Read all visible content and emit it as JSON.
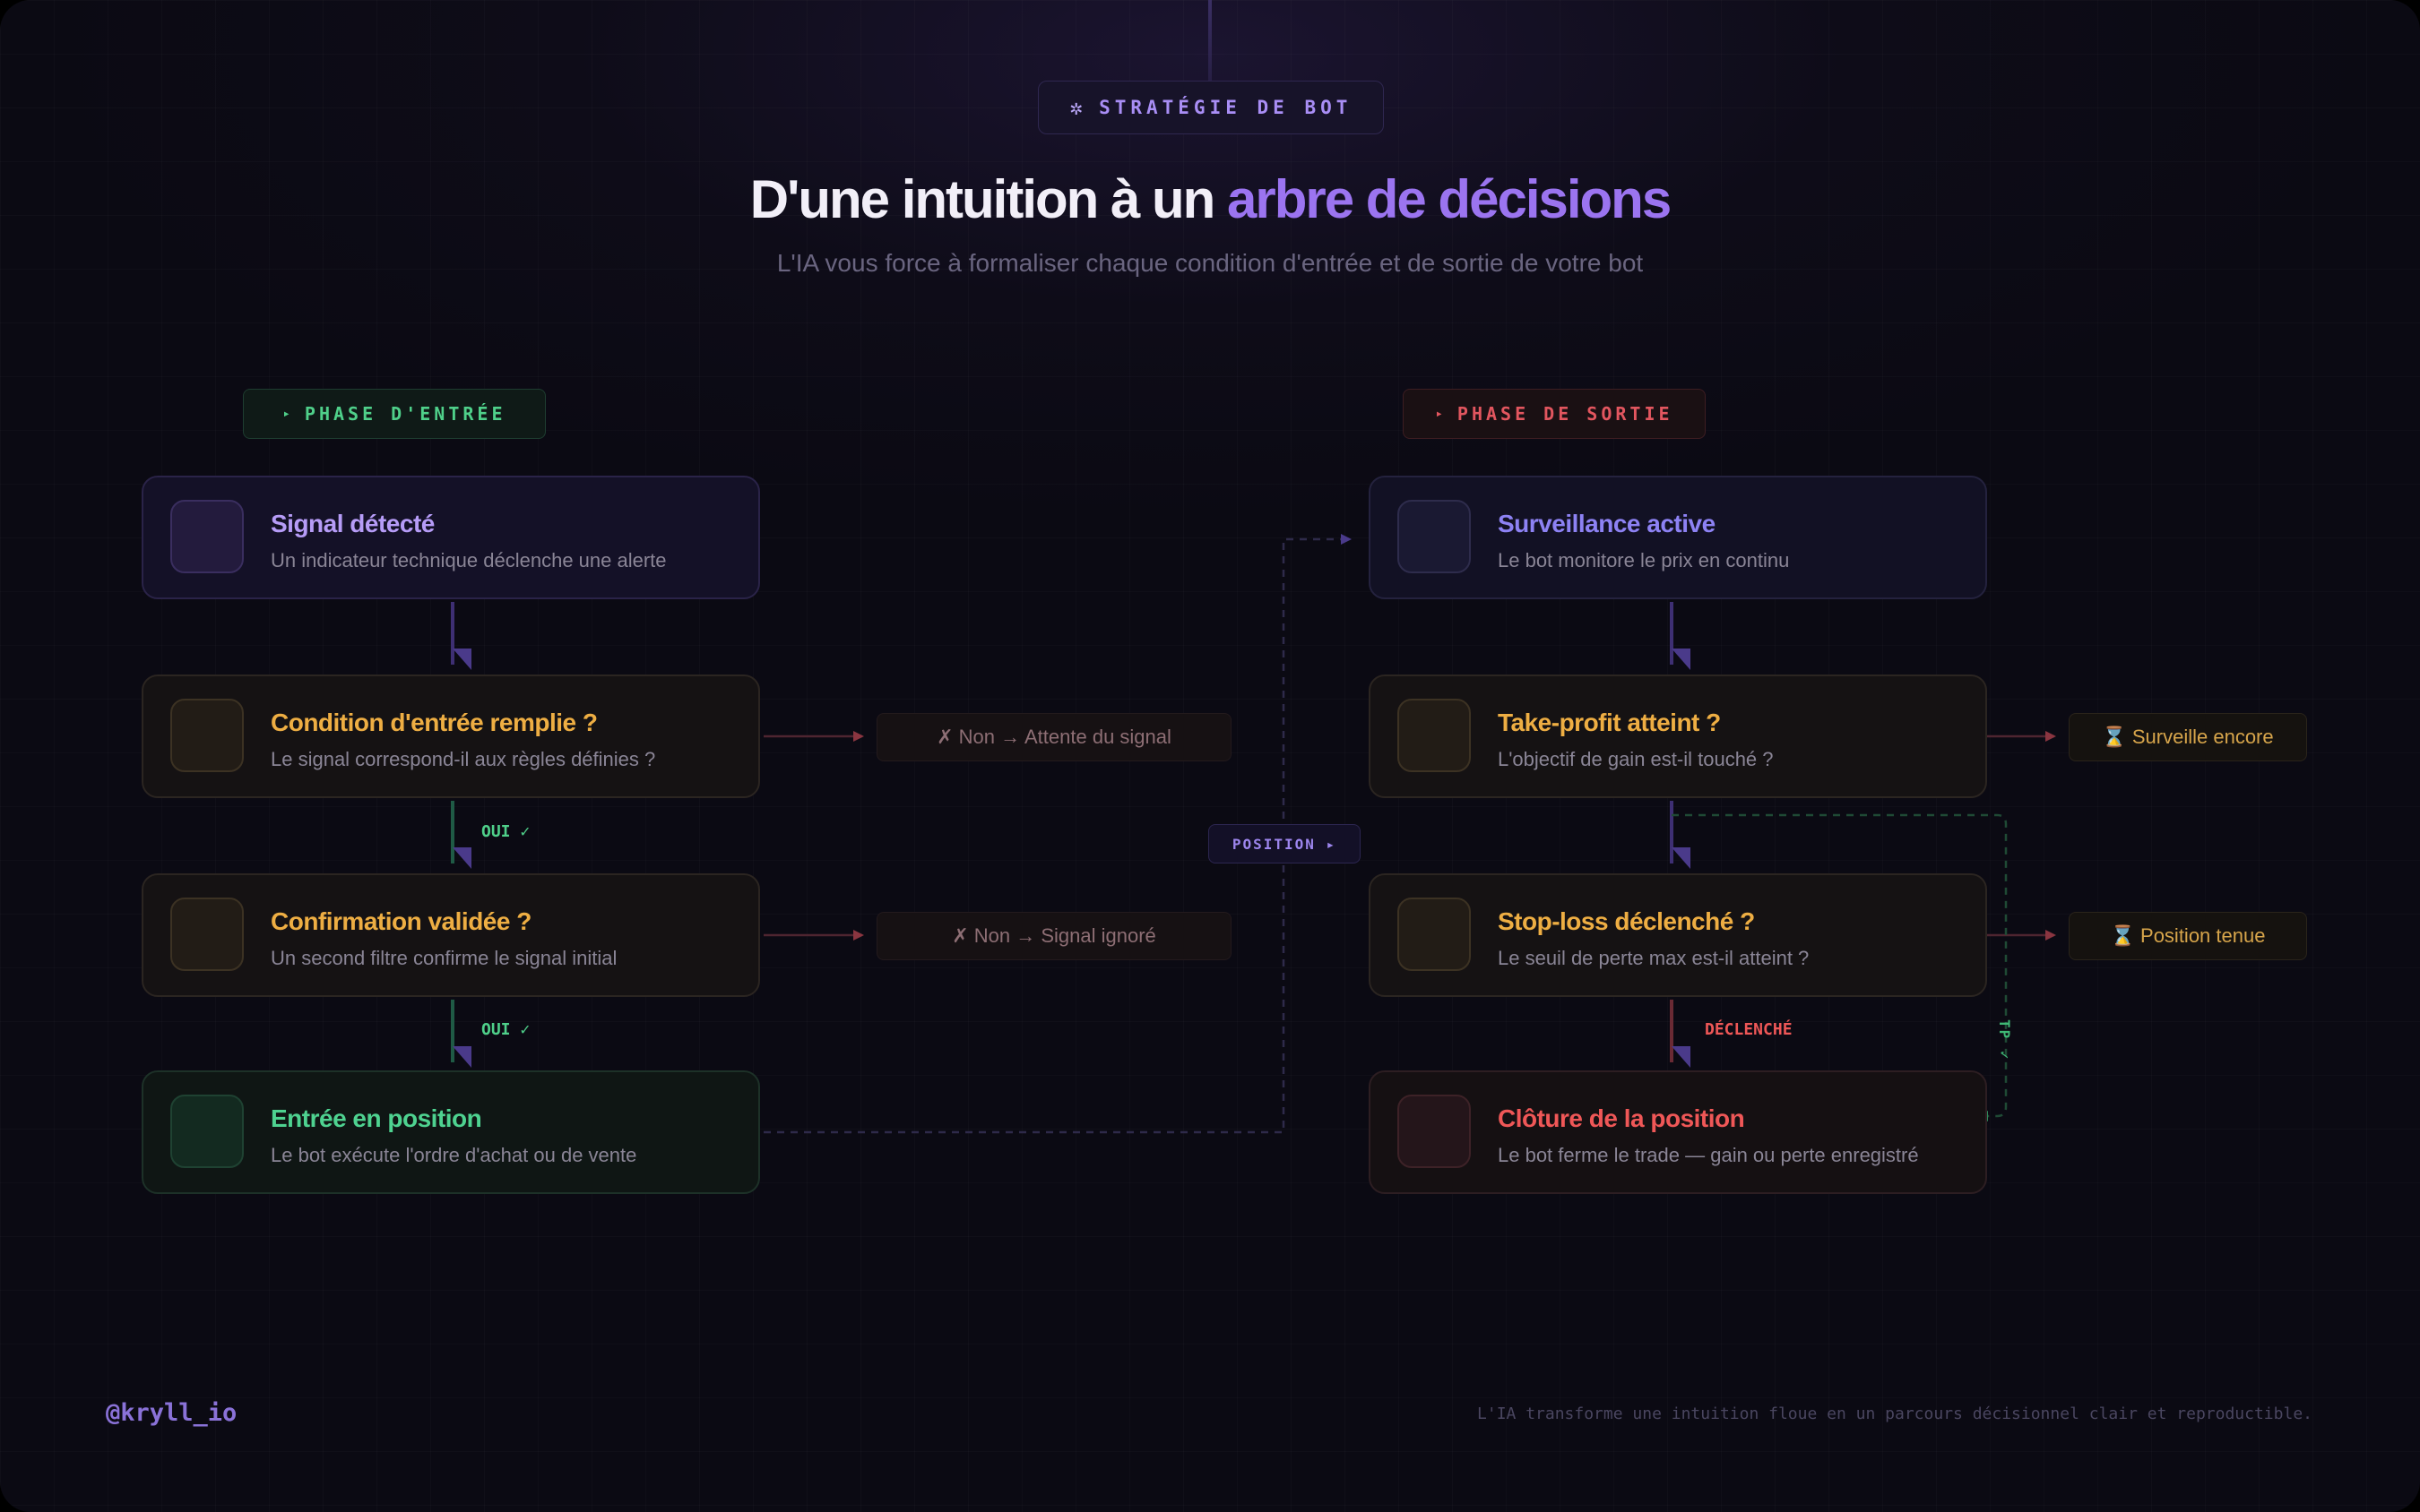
{
  "header": {
    "badge_icon": "gear-icon",
    "badge_label": "STRATÉGIE DE BOT",
    "title_main": "D'une intuition à un",
    "title_accent": "arbre de décisions",
    "subtitle": "L'IA vous force à formaliser chaque condition d'entrée et de sortie de votre bot"
  },
  "phases": {
    "entry": "PHASE D'ENTRÉE",
    "exit": "PHASE DE SORTIE"
  },
  "entry_nodes": [
    {
      "title": "Signal détecté",
      "desc": "Un indicateur technique déclenche une alerte",
      "color": "#b69cf7"
    },
    {
      "title": "Condition d'entrée remplie ?",
      "desc": "Le signal correspond-il aux règles définies ?",
      "color": "#eeae43"
    },
    {
      "title": "Confirmation validée ?",
      "desc": "Un second filtre confirme le signal initial",
      "color": "#eeae43"
    },
    {
      "title": "Entrée en position",
      "desc": "Le bot exécute l'ordre d'achat ou de vente",
      "color": "#4ed290"
    }
  ],
  "exit_nodes": [
    {
      "title": "Surveillance active",
      "desc": "Le bot monitore le prix en continu",
      "color": "#8d82f4"
    },
    {
      "title": "Take-profit atteint ?",
      "desc": "L'objectif de gain est-il touché ?",
      "color": "#eeae43"
    },
    {
      "title": "Stop-loss déclenché ?",
      "desc": "Le seuil de perte max est-il atteint ?",
      "color": "#eeae43"
    },
    {
      "title": "Clôture de la position",
      "desc": "Le bot ferme le trade — gain ou perte enregistré",
      "color": "#ef5757"
    }
  ],
  "outcomes": {
    "no_wait": "✗ Non → Attente du signal",
    "no_ignored": "✗ Non → Signal ignoré",
    "still_watching": "⌛ Surveille encore",
    "position_held": "⌛ Position tenue"
  },
  "edge_labels": {
    "yes_1": "OUI ✓",
    "yes_2": "OUI ✓",
    "position": "POSITION ▸",
    "triggered": "DÉCLENCHÉ",
    "tp": "TP ✓"
  },
  "footer": {
    "handle": "@kryll_io",
    "note": "L'IA transforme une intuition floue en un parcours décisionnel clair et reproductible."
  }
}
